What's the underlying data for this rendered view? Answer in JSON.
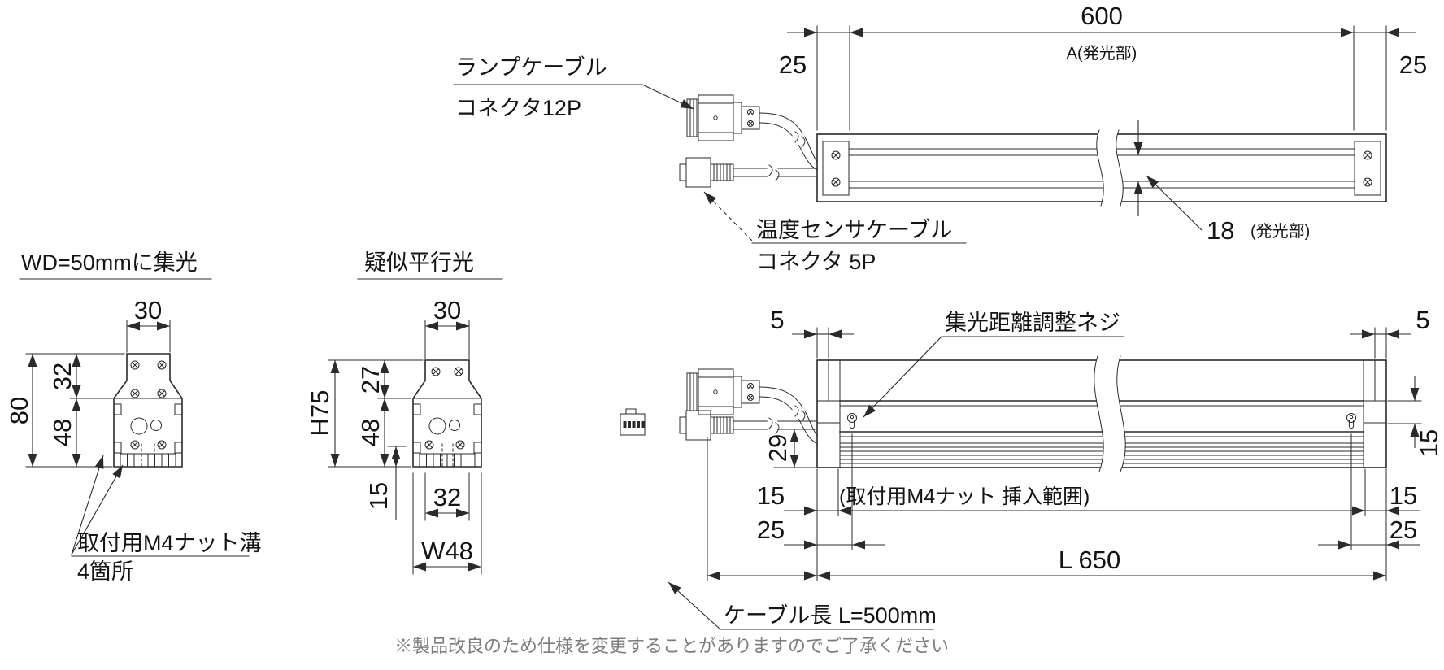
{
  "drawing": {
    "top_view": {
      "dim_total_emit": "600",
      "emit_label": "A(発光部)",
      "dim_end_left": "25",
      "dim_end_right": "25",
      "lamp_cable_label_line1": "ランプケーブル",
      "lamp_cable_label_line2": "コネクタ12P",
      "temp_cable_label_line1": "温度センサケーブル",
      "temp_cable_label_line2": "コネクタ 5P",
      "dim_emit_width": "18",
      "dim_emit_width_note": "(発光部)"
    },
    "section_focused": {
      "title": "WD=50mmに集光",
      "dim_top_width": "30",
      "dim_total_height": "80",
      "dim_head_height": "32",
      "dim_body_height": "48",
      "nut_groove_note_line1": "取付用M4ナット溝",
      "nut_groove_note_line2": "4箇所"
    },
    "section_parallel": {
      "title": "疑似平行光",
      "dim_top_width": "30",
      "dim_total_height": "H75",
      "dim_head_height": "27",
      "dim_body_height": "48",
      "dim_groove_offset": "15",
      "dim_bottom_inner": "32",
      "dim_bottom_width": "W48"
    },
    "bottom_view": {
      "dim_lip_left": "5",
      "dim_lip_right": "5",
      "adjust_screw_label": "集光距離調整ネジ",
      "dim_cable_offset": "29",
      "dim_screw_offset_side": "15",
      "dim_nut_inset_left": "15",
      "dim_nut_inset_right": "15",
      "dim_screw_inset_left": "25",
      "dim_screw_inset_right": "25",
      "nut_range_label": "(取付用M4ナット 挿入範囲)",
      "dim_total_length": "L 650",
      "cable_length_label": "ケーブル長 L=500mm"
    },
    "footnote": "※製品改良のため仕様を変更することがありますのでご了承ください"
  }
}
